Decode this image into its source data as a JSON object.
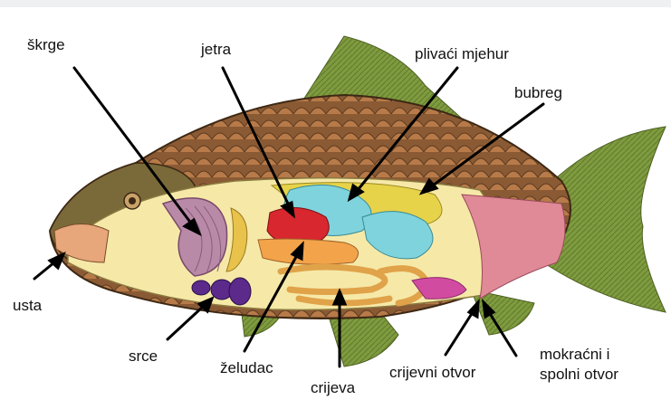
{
  "labels": {
    "gills": "škrge",
    "liver": "jetra",
    "swim_bladder": "plivaći mjehur",
    "kidney": "bubreg",
    "mouth": "usta",
    "heart": "srce",
    "stomach": "želudac",
    "intestines": "crijeva",
    "anus": "crijevni otvor",
    "urogenital_line1": "mokraćni i",
    "urogenital_line2": "spolni otvor"
  },
  "colors": {
    "body_dark": "#6b4a2a",
    "scales": "#a0673e",
    "belly": "#f6e9a8",
    "liver": "#d8272e",
    "bladder": "#7fd3dd",
    "kidney": "#e7d34a",
    "gills": "#b98aa8",
    "heart": "#5b2a8a",
    "tail_muscle": "#e08a97",
    "fin": "#7a9a3c",
    "intestine": "#f3c46a",
    "gonad": "#d14ca0"
  }
}
